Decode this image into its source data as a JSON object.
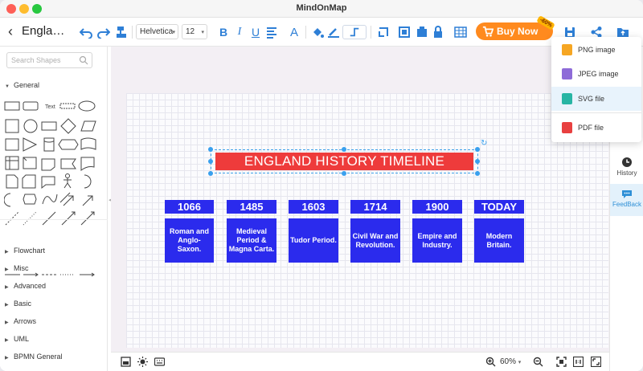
{
  "window": {
    "title": "MindOnMap"
  },
  "toolbar": {
    "doc_title": "Engla…",
    "font_family": "Helvetica",
    "font_size": "12",
    "buy_now": "Buy Now",
    "discount": "-60%"
  },
  "left_panel": {
    "search_placeholder": "Search Shapes",
    "general_label": "General",
    "text_shape_label": "Text",
    "categories": [
      "Flowchart",
      "Misc",
      "Advanced",
      "Basic",
      "Arrows",
      "UML",
      "BPMN General"
    ]
  },
  "diagram": {
    "title": "ENGLAND HISTORY TIMELINE",
    "title_color": "#ee3b3b",
    "box_color": "#2b2bed",
    "years": [
      "1066",
      "1485",
      "1603",
      "1714",
      "1900",
      "TODAY"
    ],
    "events": [
      "Roman and Anglo-Saxon.",
      "Medieval Period & Magna Carta.",
      "Tudor Period.",
      "Civil War and Revolution.",
      "Empire and Industry.",
      "Modern Britain."
    ]
  },
  "export_menu": {
    "items": [
      "PNG image",
      "JPEG image",
      "SVG file",
      "PDF file"
    ],
    "highlighted": "SVG file"
  },
  "right_panel": {
    "history": "History",
    "feedback": "FeedBack"
  },
  "bottom_bar": {
    "zoom": "60%"
  },
  "colors": {
    "accent": "#39a0ee",
    "buy_now": "#ff8a1e"
  }
}
